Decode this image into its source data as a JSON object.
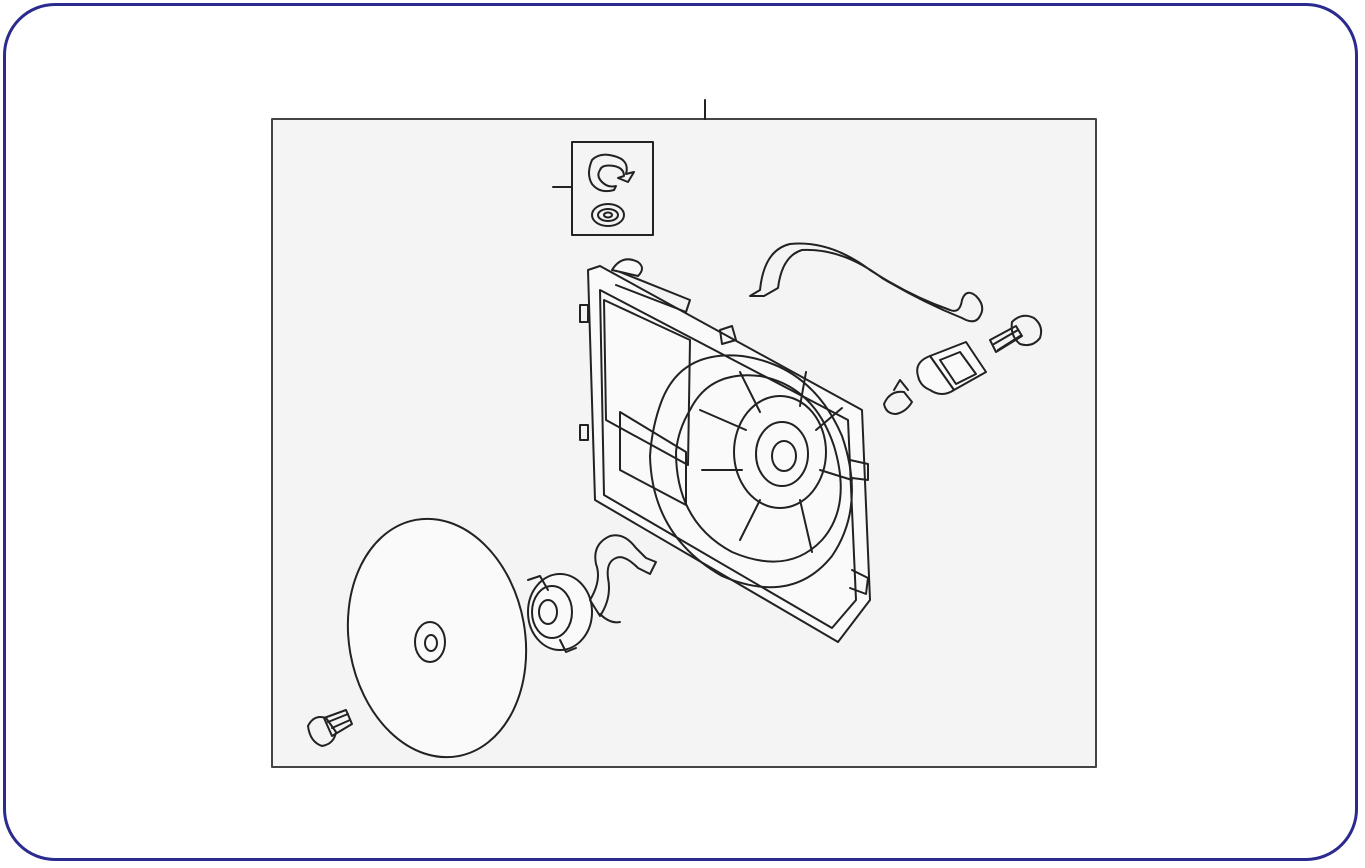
{
  "diagram": {
    "parts": [
      "fan-shroud-assembly",
      "fan-blade",
      "fan-motor",
      "wiring-harness",
      "resistor",
      "grommet-kit",
      "bolt"
    ]
  },
  "colors": {
    "frame_border": "#2b2b8f",
    "panel_fill": "#f4f4f4",
    "line": "#222222"
  }
}
